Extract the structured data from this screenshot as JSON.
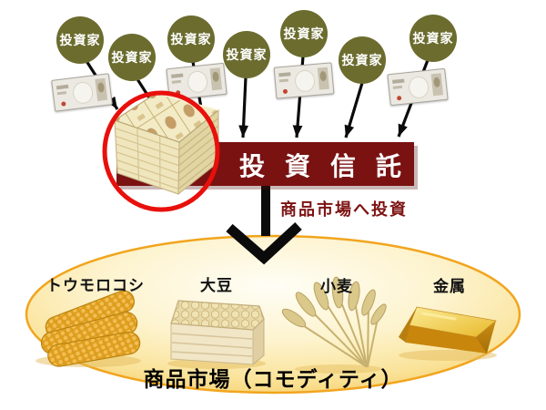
{
  "diagram": {
    "investor_label": "投資家",
    "investor_count": 7,
    "trust_label": "投資信託",
    "flow_caption": "商品市場へ投資",
    "market_title": "商品市場（コモディティ）",
    "commodities": [
      {
        "label": "トウモロコシ",
        "icon": "corn-icon"
      },
      {
        "label": "大豆",
        "icon": "soybeans-box-icon"
      },
      {
        "label": "小麦",
        "icon": "wheat-icon"
      },
      {
        "label": "金属",
        "icon": "gold-bar-icon"
      }
    ],
    "icons": [
      "investor-circle",
      "yen-banknote-icon",
      "money-stack-icon",
      "red-highlight-circle",
      "flow-arrow-icon",
      "big-down-arrow-icon",
      "commodity-market-ellipse"
    ],
    "colors": {
      "investor_olive": "#6B6C2E",
      "trust_maroon": "#7A1212",
      "caption_red": "#7D1212",
      "highlight_red": "#E8100C",
      "ellipse_border_gold": "#F1A51E",
      "ellipse_fill_light": "#FFFEF6",
      "ellipse_fill_deep": "#F6CE6B"
    }
  }
}
